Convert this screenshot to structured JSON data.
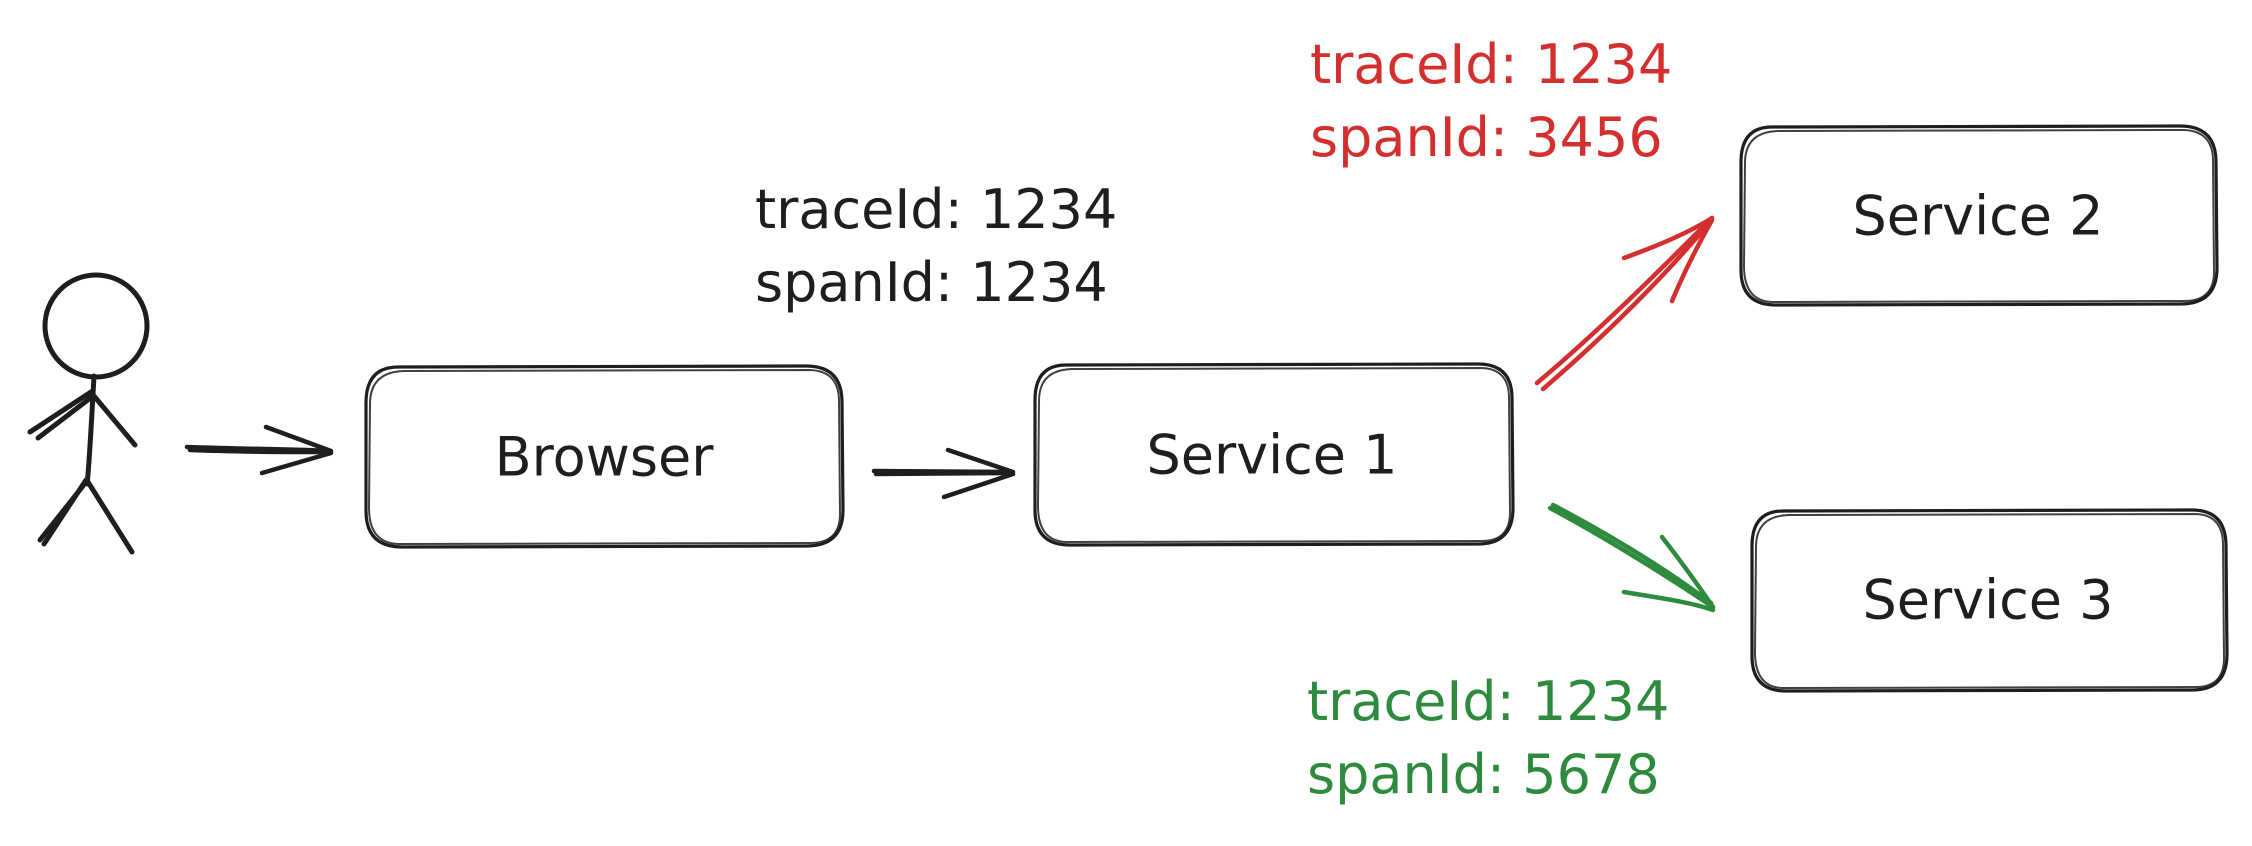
{
  "colors": {
    "ink": "#1e1e1e",
    "red": "#d32f2f",
    "green": "#2e8b3e"
  },
  "nodes": {
    "browser": "Browser",
    "service1": "Service 1",
    "service2": "Service 2",
    "service3": "Service 3"
  },
  "annotations": {
    "browser_to_service1": {
      "trace": "traceId: 1234",
      "span": "spanId: 1234"
    },
    "service1_to_service2": {
      "trace": "traceId: 1234",
      "span": "spanId: 3456"
    },
    "service1_to_service3": {
      "trace": "traceId: 1234",
      "span": "spanId: 5678"
    }
  }
}
